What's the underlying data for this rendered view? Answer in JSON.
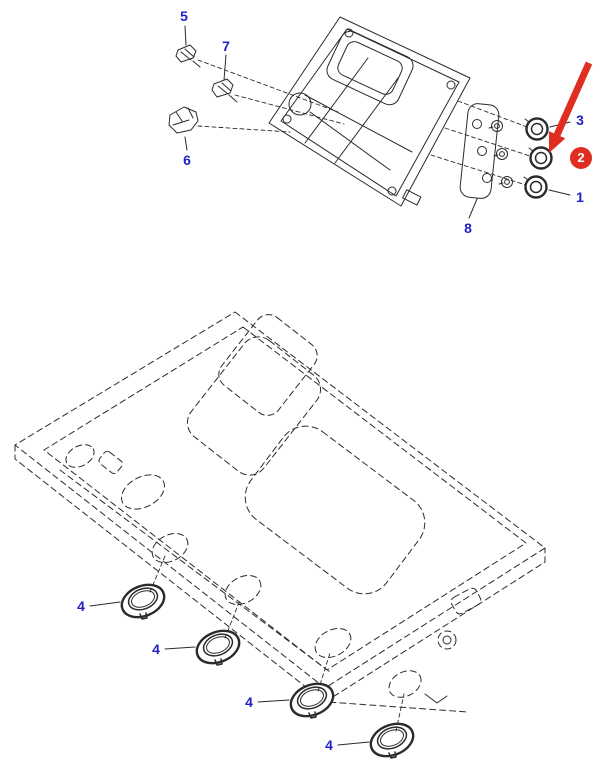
{
  "colors": {
    "label-blue": "#2222c4",
    "highlight-red": "#e02d22",
    "line-dark": "#2b2b2b",
    "background": "#ffffff"
  },
  "labels": {
    "n1": "1",
    "n2": "2",
    "n3": "3",
    "n4": "4",
    "n5": "5",
    "n6": "6",
    "n7": "7",
    "n8": "8"
  },
  "highlight": {
    "selected_item": "2",
    "marker": "red-circle-badge",
    "pointer": "red-arrow"
  }
}
